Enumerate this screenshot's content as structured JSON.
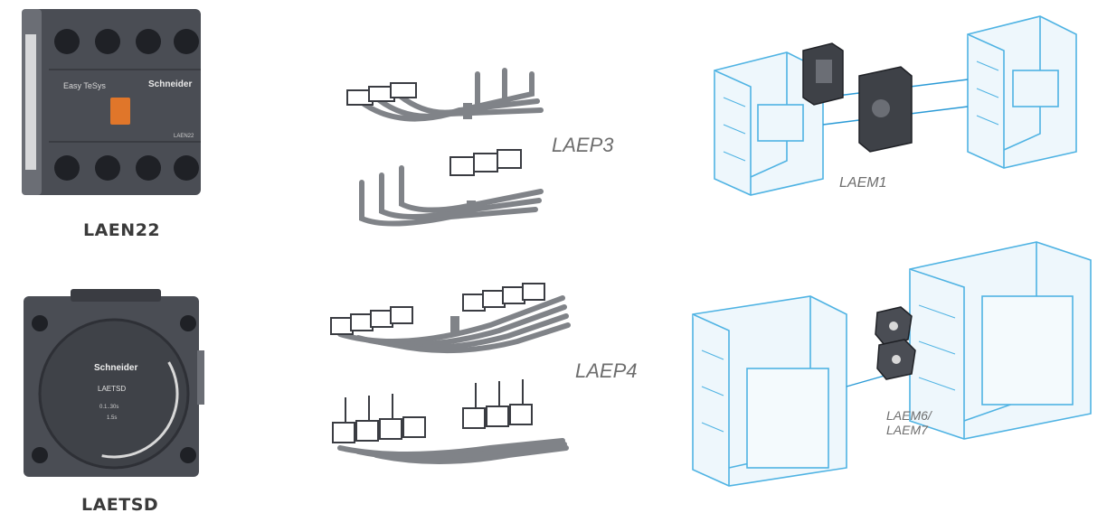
{
  "products": {
    "laen22": {
      "label": "LAEN22",
      "brand": "Schneider",
      "series": "Easy TeSys",
      "code": "LAEN22"
    },
    "laetsd": {
      "label": "LAETSD",
      "brand": "Schneider",
      "code": "LAETSD",
      "range": "0.1..30s",
      "note": "1.5s"
    },
    "laep3": {
      "label": "LAEP3"
    },
    "laep4": {
      "label": "LAEP4"
    },
    "laem1": {
      "label": "LAEM1"
    },
    "laem6": {
      "label_line1": "LAEM6/",
      "label_line2": "LAEM7"
    }
  },
  "colors": {
    "module_body": "#4a4d54",
    "module_dark": "#2e3036",
    "accent_orange": "#e0762a",
    "sketch_blue": "#4fb3e3",
    "sketch_fill": "#eef7fc",
    "link_grey": "#808388"
  }
}
